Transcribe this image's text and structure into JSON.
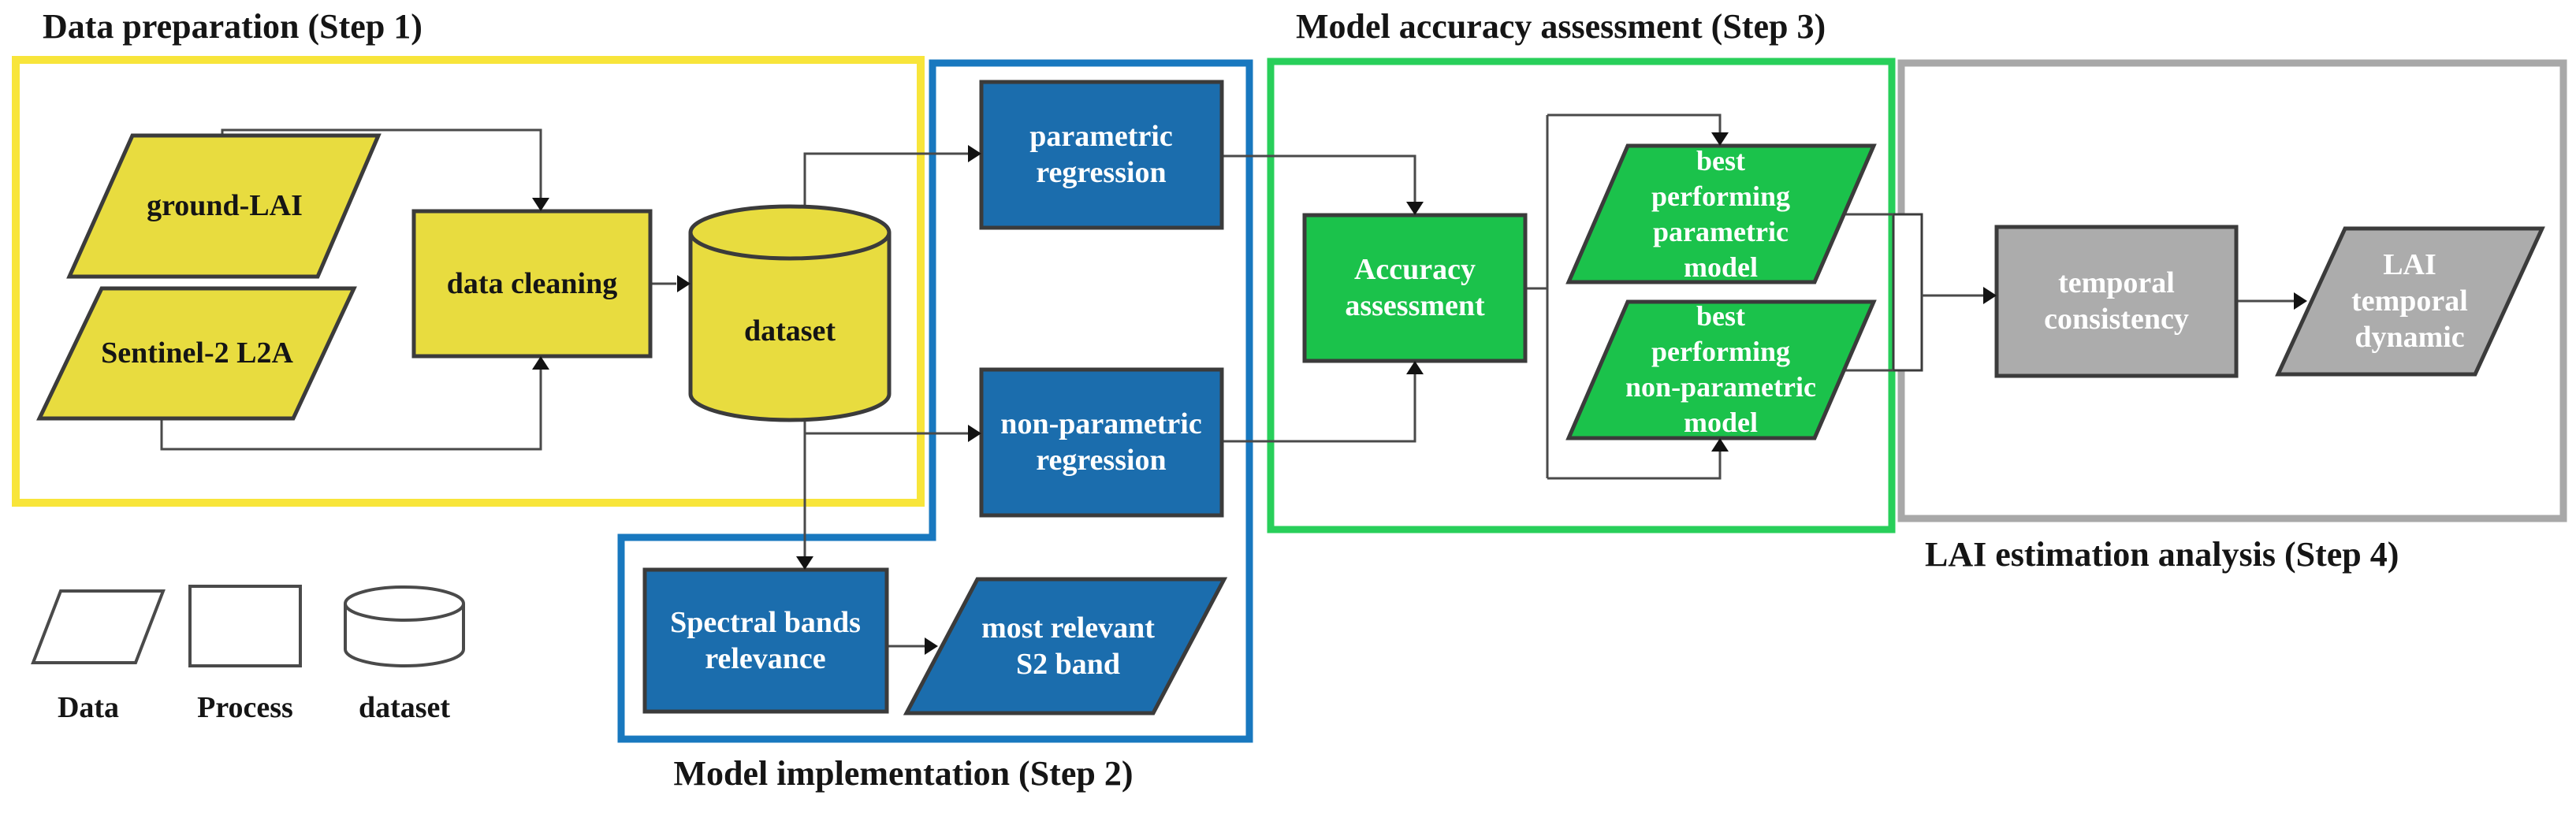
{
  "titles": {
    "step1": "Data preparation (Step 1)",
    "step2": "Model implementation (Step 2)",
    "step3": "Model accuracy assessment (Step 3)",
    "step4": "LAI estimation analysis (Step 4)"
  },
  "step1_nodes": {
    "ground_lai": "ground-LAI",
    "sentinel": "Sentinel-2 L2A",
    "data_cleaning": "data cleaning",
    "dataset": "dataset"
  },
  "step2_nodes": {
    "parametric": "parametric\nregression",
    "non_parametric": "non-parametric\nregression",
    "spectral": "Spectral bands\nrelevance",
    "s2_band": "most relevant\nS2 band"
  },
  "step3_nodes": {
    "accuracy": "Accuracy\nassessment",
    "best_parametric": "best\nperforming\nparametric\nmodel",
    "best_non_parametric": "best\nperforming\nnon-parametric\nmodel"
  },
  "step4_nodes": {
    "temporal": "temporal\nconsistency",
    "lai_dynamic": "LAI temporal\ndynamic"
  },
  "legend": {
    "data": "Data",
    "process": "Process",
    "dataset": "dataset"
  },
  "colors": {
    "yellow_border": "#F8E53A",
    "yellow_fill": "#E8DC3F",
    "blue_border": "#1878BF",
    "blue_fill": "#1B6DAD",
    "green_border": "#28CF5A",
    "green_fill": "#1BC24B",
    "gray_border": "#A8A8A8",
    "gray_fill": "#ACACAC",
    "shape_stroke": "#3B3B3B",
    "line": "#4A4A4A"
  }
}
